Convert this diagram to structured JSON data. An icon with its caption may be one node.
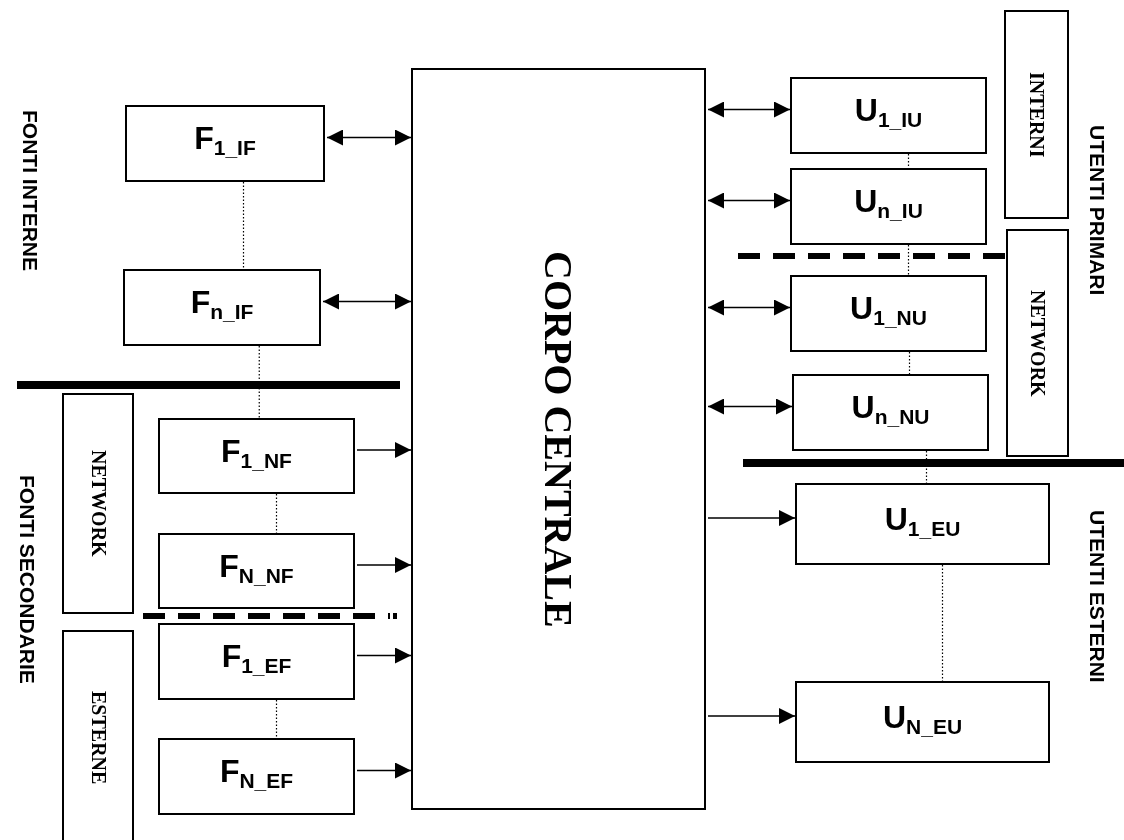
{
  "diagram": {
    "nodes": [
      {
        "text": [
          "CORPO CENTRALE"
        ]
      },
      {
        "text": [
          "F$_{1_IF}$"
        ]
      },
      {
        "text": [
          "F$_{n_IF}$"
        ]
      },
      {
        "text": [
          "F$_{1_NF}$"
        ]
      },
      {
        "text": [
          "F$_{N_NF}$"
        ]
      },
      {
        "text": [
          "F$_{1_EF}$"
        ]
      },
      {
        "text": [
          "F$_{N_EF}$"
        ]
      },
      {
        "text": [
          "NETWORK"
        ]
      },
      {
        "text": [
          "ESTERNE"
        ]
      },
      {
        "text": [
          "U$_{1_IU}$"
        ]
      },
      {
        "text": [
          "U$_{n_IU}$"
        ]
      },
      {
        "text": [
          "U$_{1_NU}$"
        ]
      },
      {
        "text": [
          "U$_{n_NU}$"
        ]
      },
      {
        "text": [
          "U$_{1_EU}$"
        ]
      },
      {
        "text": [
          "U$_{N_EU}$"
        ]
      },
      {
        "text": [
          "INTERNI"
        ]
      },
      {
        "text": [
          "NETWORK"
        ]
      }
    ],
    "edges": [
      {
        "from": 1,
        "to": 0,
        "arrow": "both"
      },
      {
        "from": 2,
        "to": 0,
        "arrow": "both"
      },
      {
        "from": 3,
        "to": 0,
        "arrow": "to"
      },
      {
        "from": 4,
        "to": 0,
        "arrow": "to"
      },
      {
        "from": 5,
        "to": 0,
        "arrow": "to"
      },
      {
        "from": 6,
        "to": 0,
        "arrow": "to"
      },
      {
        "from": 0,
        "to": 9,
        "arrow": "both"
      },
      {
        "from": 0,
        "to": 10,
        "arrow": "both"
      },
      {
        "from": 0,
        "to": 11,
        "arrow": "both"
      },
      {
        "from": 0,
        "to": 12,
        "arrow": "both"
      },
      {
        "from": 0,
        "to": 13,
        "arrow": "to"
      },
      {
        "from": 0,
        "to": 14,
        "arrow": "to"
      },
      {
        "from": 1,
        "to": 2,
        "arrow": "none",
        "style": "dashed"
      },
      {
        "from": 2,
        "to": 3,
        "arrow": "none",
        "style": "dashed"
      },
      {
        "from": 3,
        "to": 4,
        "arrow": "none",
        "style": "dashed"
      },
      {
        "from": 5,
        "to": 6,
        "arrow": "none",
        "style": "dashed"
      },
      {
        "from": 9,
        "to": 10,
        "arrow": "none",
        "style": "dashed"
      },
      {
        "from": 10,
        "to": 11,
        "arrow": "none",
        "style": "dashed"
      },
      {
        "from": 11,
        "to": 12,
        "arrow": "none",
        "style": "dashed"
      },
      {
        "from": 12,
        "to": 13,
        "arrow": "none",
        "style": "dashed"
      },
      {
        "from": 13,
        "to": 14,
        "arrow": "none",
        "style": "dashed"
      }
    ],
    "labels": [
      "FONTI INTERNE",
      "FONTI SECONDARIE",
      "UTENTI PRIMARI",
      "UTENTI ESTERNI"
    ]
  }
}
